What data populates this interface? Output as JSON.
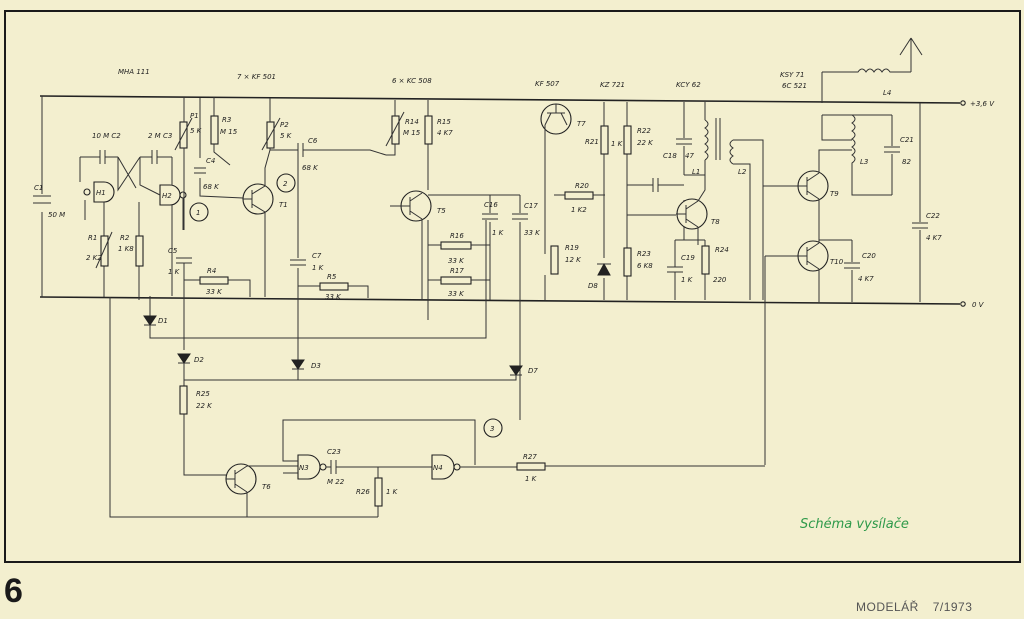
{
  "footer": {
    "page_number": "6",
    "magazine": "MODELÁŘ",
    "issue": "7/1973"
  },
  "caption": "Schéma vysílače",
  "colors": {
    "paper": "#f3efcf",
    "ink": "#222222",
    "caption": "#2e9a4a"
  },
  "rails": {
    "plus": "+3,6 V",
    "zero": "0 V"
  },
  "groups": {
    "mha": "MHA 111",
    "kf501": "7 × KF 501",
    "kc508": "6 × KC 508",
    "kf507": "KF 507",
    "kz721": "KZ 721",
    "kcy": "KCY 62",
    "ksy": "KSY 71",
    "gc": "6C 521"
  },
  "components": {
    "c1": "C1",
    "c1v": "50 M",
    "c2": "10 M C2",
    "c3": "2 M C3",
    "h1": "H1",
    "h2": "H2",
    "r1": "R1",
    "r1v": "2 K2",
    "r2": "R2",
    "r2v": "1 K8",
    "p1": "P1",
    "p1v": "5 K",
    "r3": "R3",
    "r3v": "M 15",
    "c4": "C4",
    "c4v": "68 K",
    "c5": "C5",
    "c5v": "1 K",
    "r4": "R4",
    "r4v": "33 K",
    "p2": "P2",
    "p2v": "5 K",
    "c6": "C6",
    "c6v": "68 K",
    "c7": "C7",
    "c7v": "1 K",
    "r5": "R5",
    "r5v": "33 K",
    "t1": "T1",
    "r14": "R14",
    "r14v": "M 15",
    "r15": "R15",
    "r15v": "4 K7",
    "t5": "T5",
    "c16": "C16",
    "c16v": "1 K",
    "c17": "C17",
    "c17v": "33 K",
    "r16": "R16",
    "r16v": "33 K",
    "r17": "R17",
    "r17v": "33 K",
    "t7": "T7",
    "r21": "R21",
    "r21v": "1 K",
    "r22": "R22",
    "r22v": "22 K",
    "r20": "R20",
    "r20v": "1 K2",
    "r19": "R19",
    "r19v": "12 K",
    "d8": "D8",
    "c18": "C18",
    "c18v": "47",
    "l1": "L1",
    "l2": "L2",
    "t8": "T8",
    "r23": "R23",
    "r23v": "6 K8",
    "c19": "C19",
    "c19v": "1 K",
    "r24": "R24",
    "r24v": "220",
    "t9": "T9",
    "t10": "T10",
    "l3": "L3",
    "l4": "L4",
    "c21": "C21",
    "c21v": "82",
    "c20": "C20",
    "c20v": "4 K7",
    "c22": "C22",
    "c22v": "4 K7",
    "d1": "D1",
    "d2": "D2",
    "d3": "D3",
    "d7": "D7",
    "r25": "R25",
    "r25v": "22 K",
    "t6": "T6",
    "n3": "N3",
    "n4": "N4",
    "c23": "C23",
    "c23v": "M 22",
    "r26": "R26",
    "r26v": "1 K",
    "r27": "R27",
    "r27v": "1 K",
    "node1": "1",
    "node2": "2",
    "node3": "3"
  }
}
